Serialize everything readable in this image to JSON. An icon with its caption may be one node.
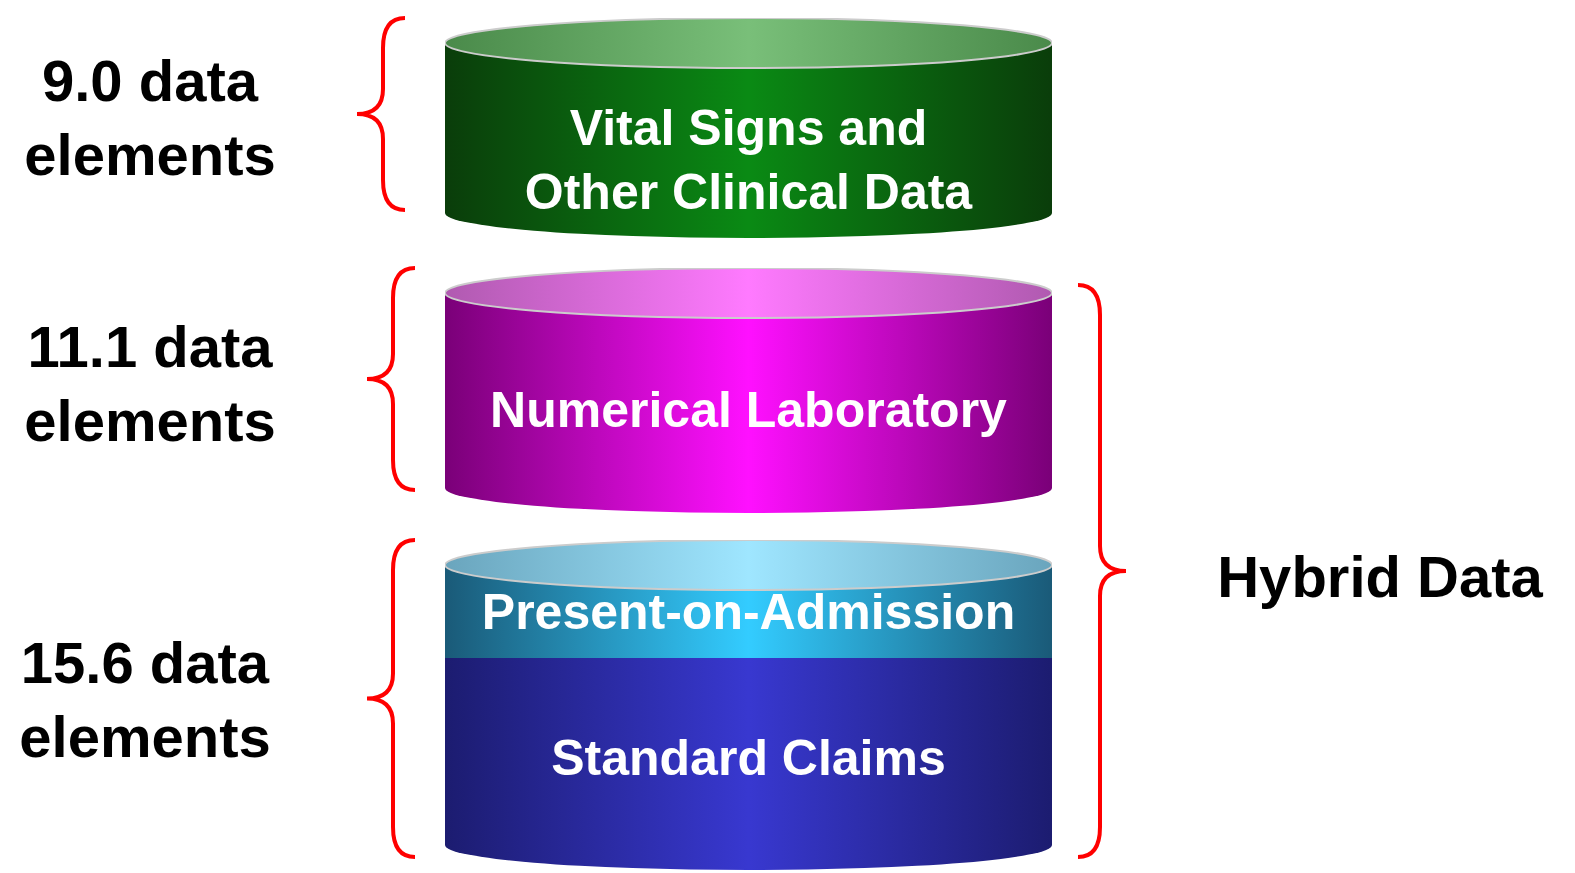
{
  "diagram": {
    "nodes": [
      {
        "text": [
          "Vital Signs and Other Clinical Data"
        ]
      },
      {
        "text": [
          "Numerical Laboratory"
        ]
      },
      {
        "text": [
          "Present-on-Admission"
        ]
      },
      {
        "text": [
          "Standard Claims"
        ]
      }
    ],
    "labels": [
      "9.0 data elements",
      "11.1 data elements",
      "15.6 data elements",
      "Hybrid Data"
    ]
  }
}
